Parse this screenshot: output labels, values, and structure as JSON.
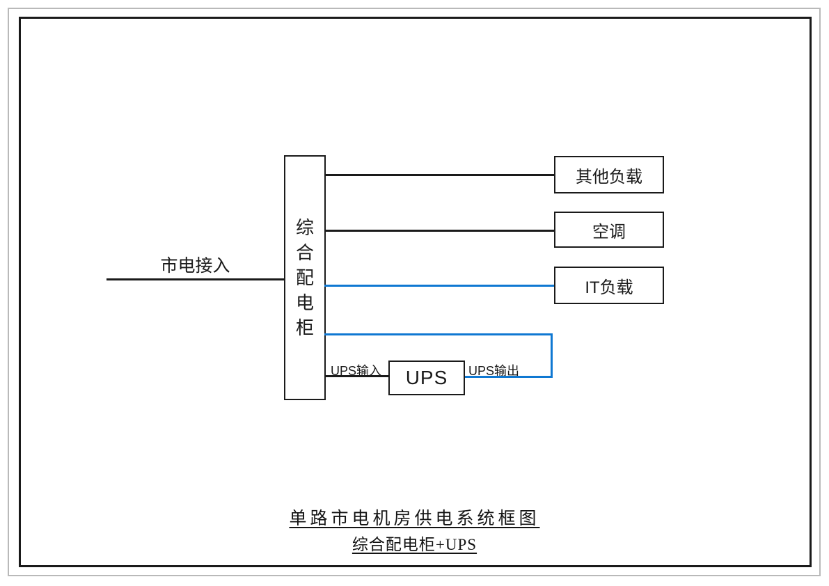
{
  "colors": {
    "line": "#1a1a1a",
    "connector_blue": "#0f78d2",
    "frame_gray": "#b9b9b9"
  },
  "diagram": {
    "mains_label": "市电接入",
    "cabinet": {
      "label": "综合配电柜",
      "chars": [
        "综",
        "合",
        "配",
        "电",
        "柜"
      ]
    },
    "loads": [
      {
        "label": "其他负载"
      },
      {
        "label": "空调"
      },
      {
        "label": "IT负载"
      }
    ],
    "ups": {
      "box_label": "UPS",
      "input_label": "UPS输入",
      "output_label": "UPS输出"
    }
  },
  "captions": {
    "title": "单路市电机房供电系统框图",
    "subtitle": "综合配电柜+UPS"
  }
}
